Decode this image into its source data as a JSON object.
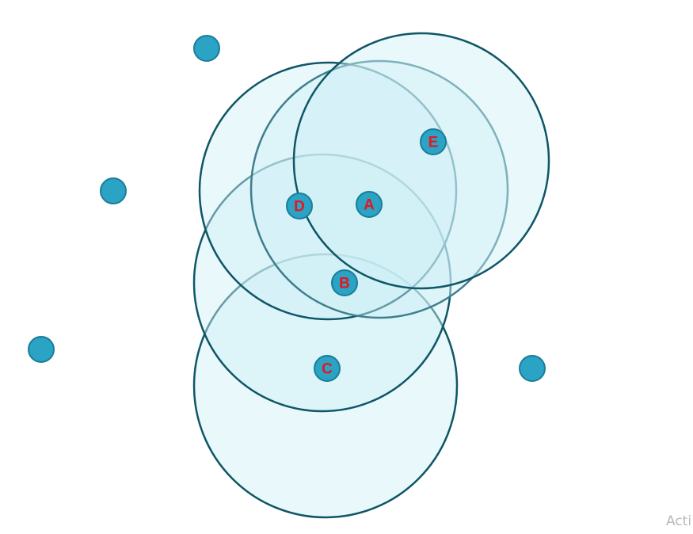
{
  "watermark": "Acti",
  "diagram": {
    "labeled_nodes": [
      {
        "id": "A",
        "label": "A"
      },
      {
        "id": "B",
        "label": "B"
      },
      {
        "id": "C",
        "label": "C"
      },
      {
        "id": "D",
        "label": "D"
      },
      {
        "id": "E",
        "label": "E"
      }
    ],
    "unlabeled_node_count": 4,
    "colors": {
      "node_fill": "#2aa3c4",
      "label": "#e8151f",
      "circle_stroke": "#0f5666",
      "circle_fill": "#cfeff7"
    }
  }
}
